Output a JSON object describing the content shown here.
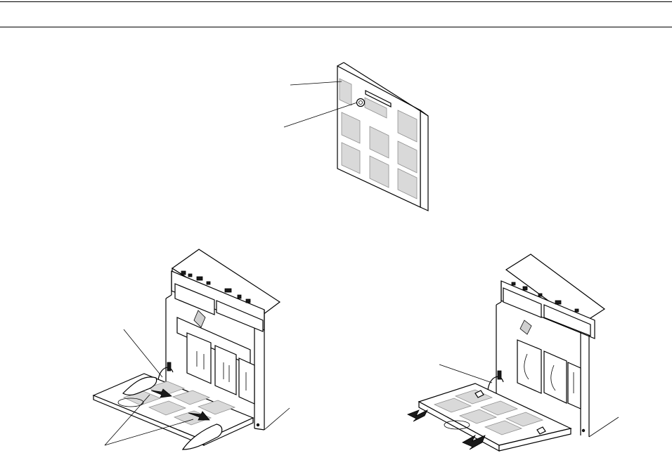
{
  "figure": {
    "top_rule": true,
    "bottom_rule": true,
    "views": [
      "air-filter-detail",
      "filter-removal-step-1",
      "filter-removal-step-2"
    ],
    "callout_count": 6,
    "colors": {
      "line": "#000000",
      "filter_pad": "#d9d9d9",
      "background": "#ffffff"
    }
  }
}
